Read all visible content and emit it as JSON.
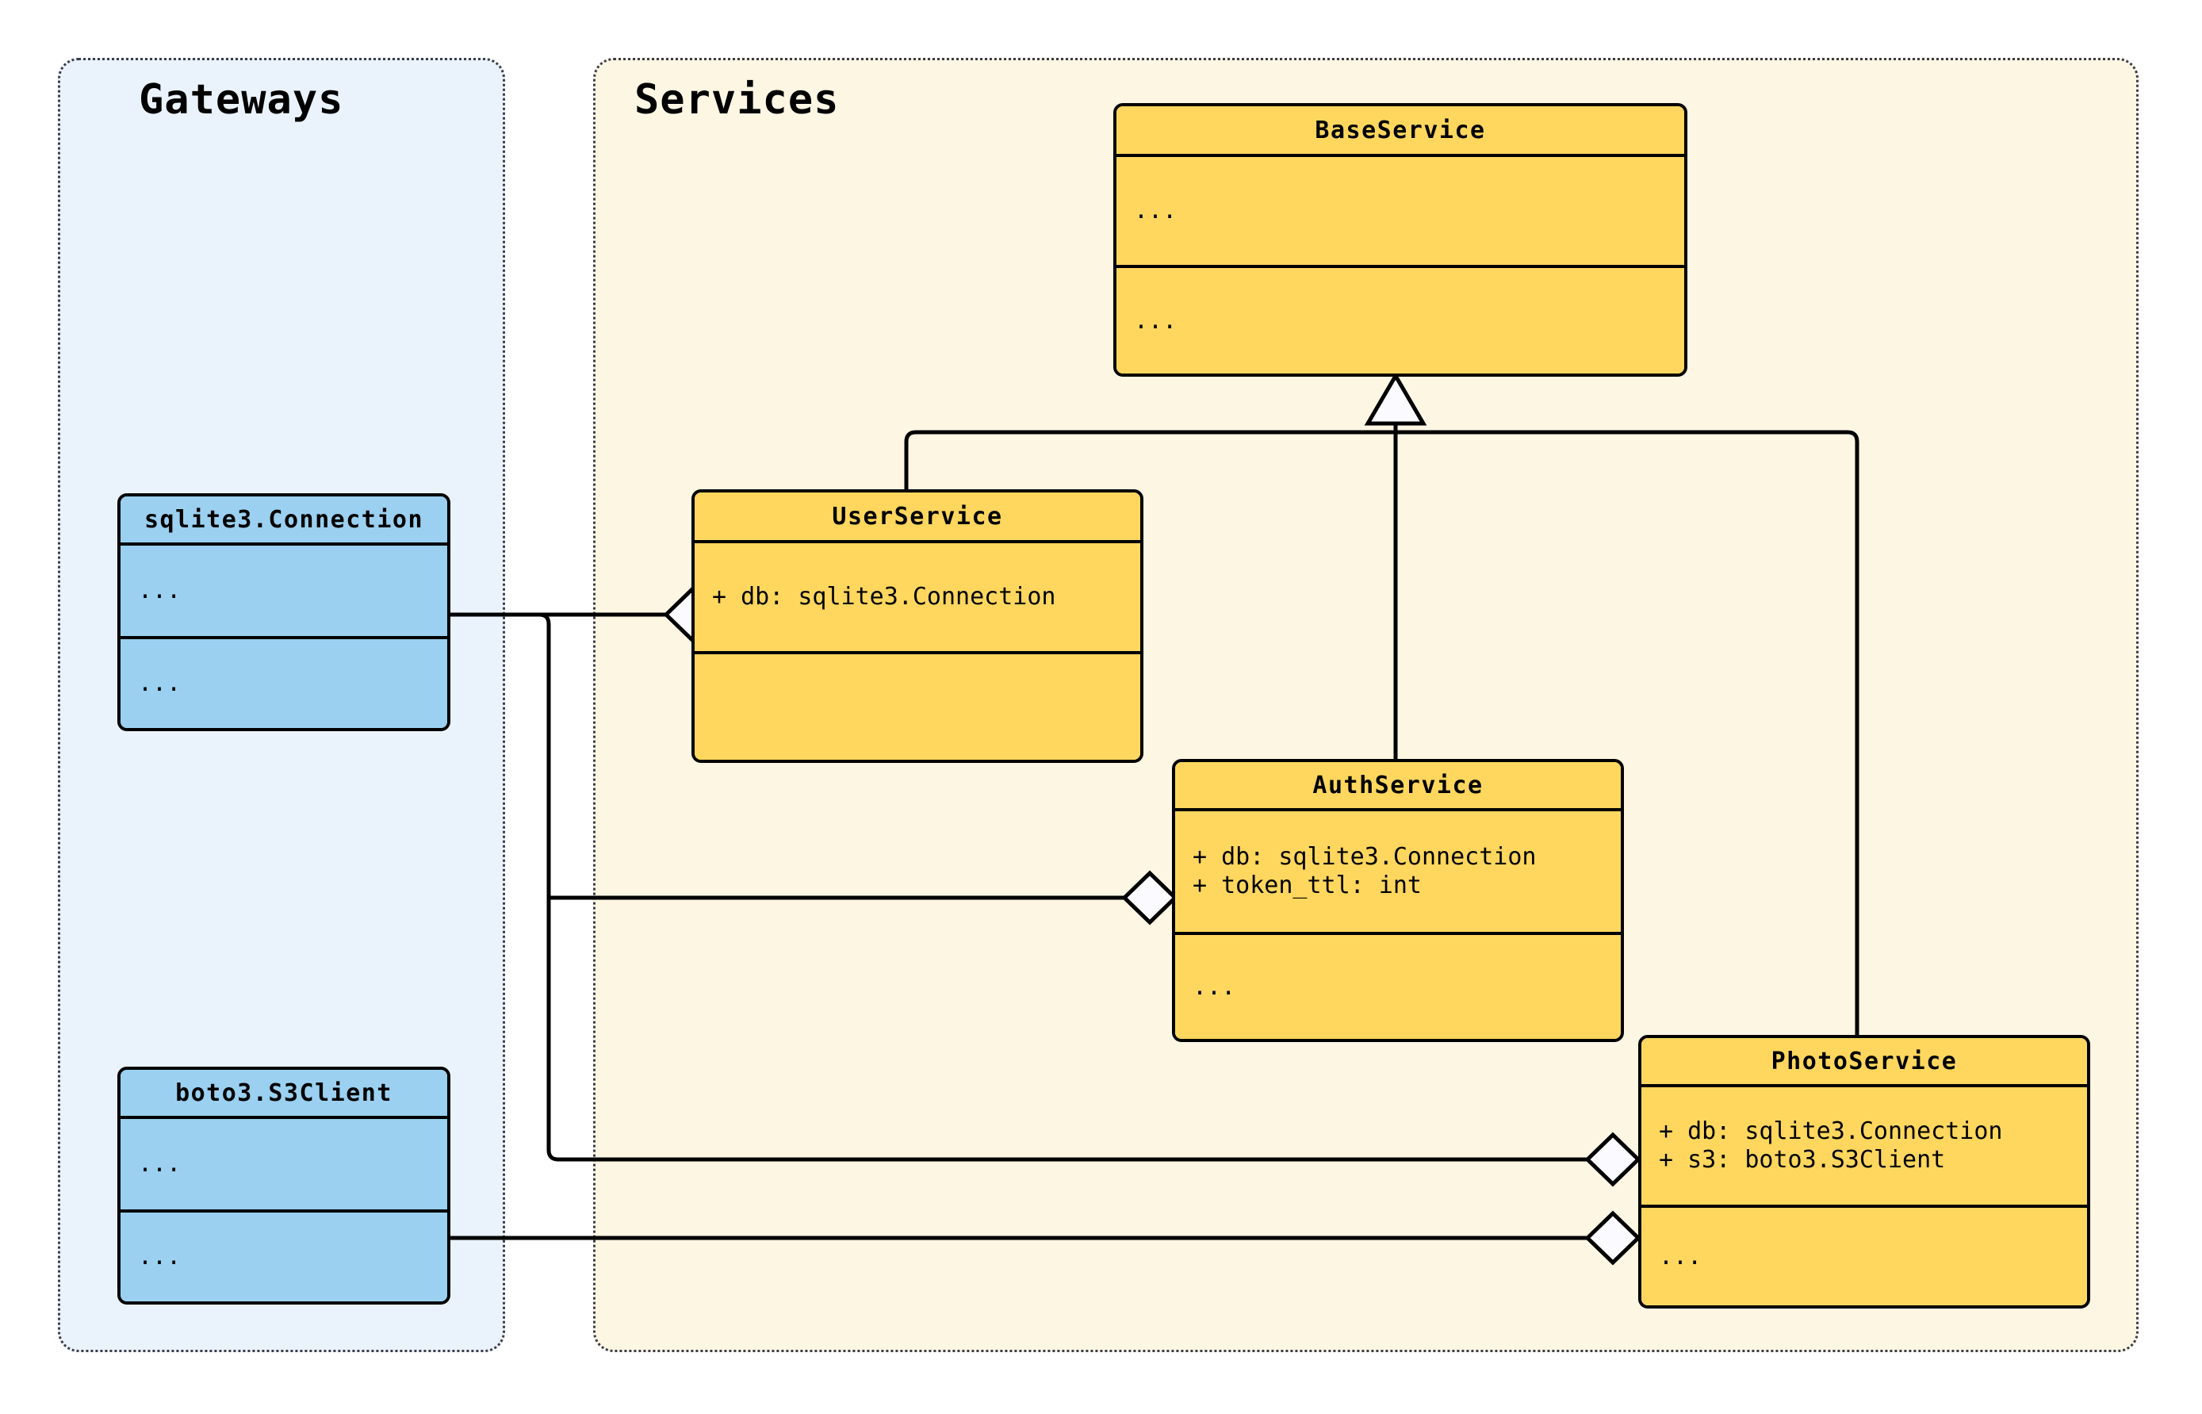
{
  "packages": [
    {
      "id": "gateways",
      "title": "Gateways",
      "fill": "#eaf3fc",
      "border": "#3c3c4a"
    },
    {
      "id": "services",
      "title": "Services",
      "fill": "#fdf6e3",
      "border": "#3c3c4a"
    }
  ],
  "classes": [
    {
      "id": "sqlite3-connection",
      "name": "sqlite3.Connection",
      "stereotype": "gateway",
      "fill": "#9bd0f0",
      "attributes": [
        "..."
      ],
      "methods": [
        "..."
      ]
    },
    {
      "id": "boto3-s3client",
      "name": "boto3.S3Client",
      "stereotype": "gateway",
      "fill": "#9bd0f0",
      "attributes": [
        "..."
      ],
      "methods": [
        "..."
      ]
    },
    {
      "id": "base-service",
      "name": "BaseService",
      "stereotype": "service",
      "fill": "#ffd75e",
      "attributes": [
        "..."
      ],
      "methods": [
        "..."
      ]
    },
    {
      "id": "user-service",
      "name": "UserService",
      "stereotype": "service",
      "fill": "#ffd75e",
      "attributes": [
        "+ db: sqlite3.Connection"
      ],
      "methods": []
    },
    {
      "id": "auth-service",
      "name": "AuthService",
      "stereotype": "service",
      "fill": "#ffd75e",
      "attributes": [
        "+ db: sqlite3.Connection",
        "+ token_ttl: int"
      ],
      "methods": [
        "..."
      ]
    },
    {
      "id": "photo-service",
      "name": "PhotoService",
      "stereotype": "service",
      "fill": "#ffd75e",
      "attributes": [
        "+ db: sqlite3.Connection",
        "+ s3: boto3.S3Client"
      ],
      "methods": [
        "..."
      ]
    }
  ],
  "relations": [
    {
      "type": "generalization",
      "from": "user-service",
      "to": "base-service",
      "marker": "hollow-triangle"
    },
    {
      "type": "generalization",
      "from": "auth-service",
      "to": "base-service",
      "marker": "hollow-triangle"
    },
    {
      "type": "generalization",
      "from": "photo-service",
      "to": "base-service",
      "marker": "hollow-triangle"
    },
    {
      "type": "aggregation",
      "from": "sqlite3-connection",
      "to": "user-service",
      "marker": "hollow-diamond"
    },
    {
      "type": "aggregation",
      "from": "sqlite3-connection",
      "to": "auth-service",
      "marker": "hollow-diamond"
    },
    {
      "type": "aggregation",
      "from": "sqlite3-connection",
      "to": "photo-service",
      "marker": "hollow-diamond"
    },
    {
      "type": "aggregation",
      "from": "boto3-s3client",
      "to": "photo-service",
      "marker": "hollow-diamond"
    }
  ],
  "colors": {
    "service_fill": "#ffd75e",
    "gateway_fill": "#9bd0f0",
    "services_panel": "#fdf6e3",
    "gateways_panel": "#eaf3fc",
    "line": "#000000",
    "marker_fill": "#fbfbff"
  }
}
